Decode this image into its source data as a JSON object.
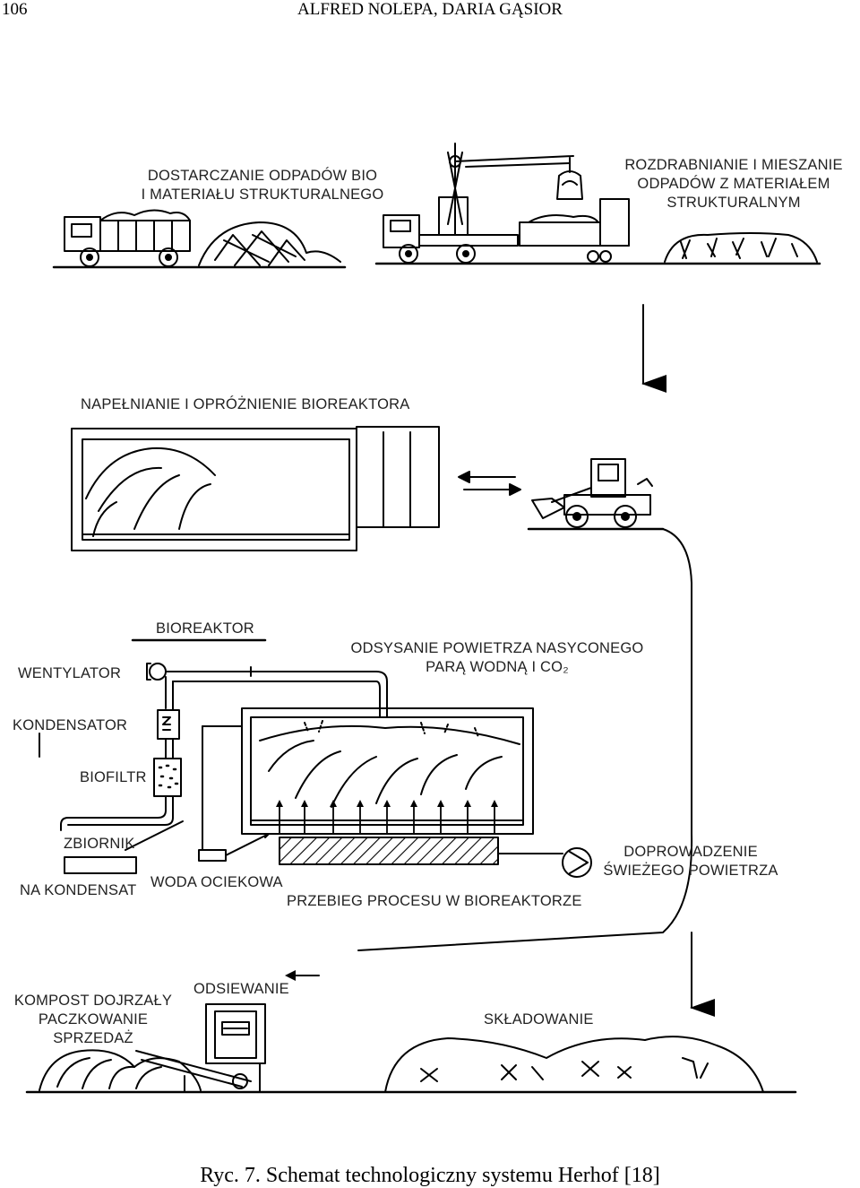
{
  "header": {
    "page_number": "106",
    "authors": "ALFRED NOLEPA, DARIA GĄSIOR"
  },
  "labels": {
    "delivery": [
      "DOSTARCZANIE ODPADÓW BIO",
      "I MATERIAŁU STRUKTURALNEGO"
    ],
    "shredding": [
      "ROZDRABNIANIE I MIESZANIE",
      "ODPADÓW Z MATERIAŁEM",
      "STRUKTURALNYM"
    ],
    "filling": "NAPEŁNIANIE I OPRÓŻNIENIE BIOREAKTORA",
    "bioreactor": "BIOREAKTOR",
    "fan": "WENTYLATOR",
    "suction": [
      "ODSYSANIE POWIETRZA NASYCONEGO",
      "PARĄ WODNĄ I CO₂"
    ],
    "condenser": "KONDENSATOR",
    "biofilter": "BIOFILTR",
    "tank": [
      "ZBIORNIK",
      "NA KONDENSAT"
    ],
    "leachate": "WODA OCIEKOWA",
    "process": "PRZEBIEG PROCESU W BIOREAKTORZE",
    "fresh_air": [
      "DOPROWADZENIE",
      "ŚWIEŻEGO POWIETRZA"
    ],
    "mature_compost": [
      "KOMPOST DOJRZAŁY",
      "PACZKOWANIE",
      "SPRZEDAŻ"
    ],
    "screening": "ODSIEWANIE",
    "storage": "SKŁADOWANIE"
  },
  "caption": "Ryc. 7. Schemat technologiczny systemu Herhof [18]"
}
